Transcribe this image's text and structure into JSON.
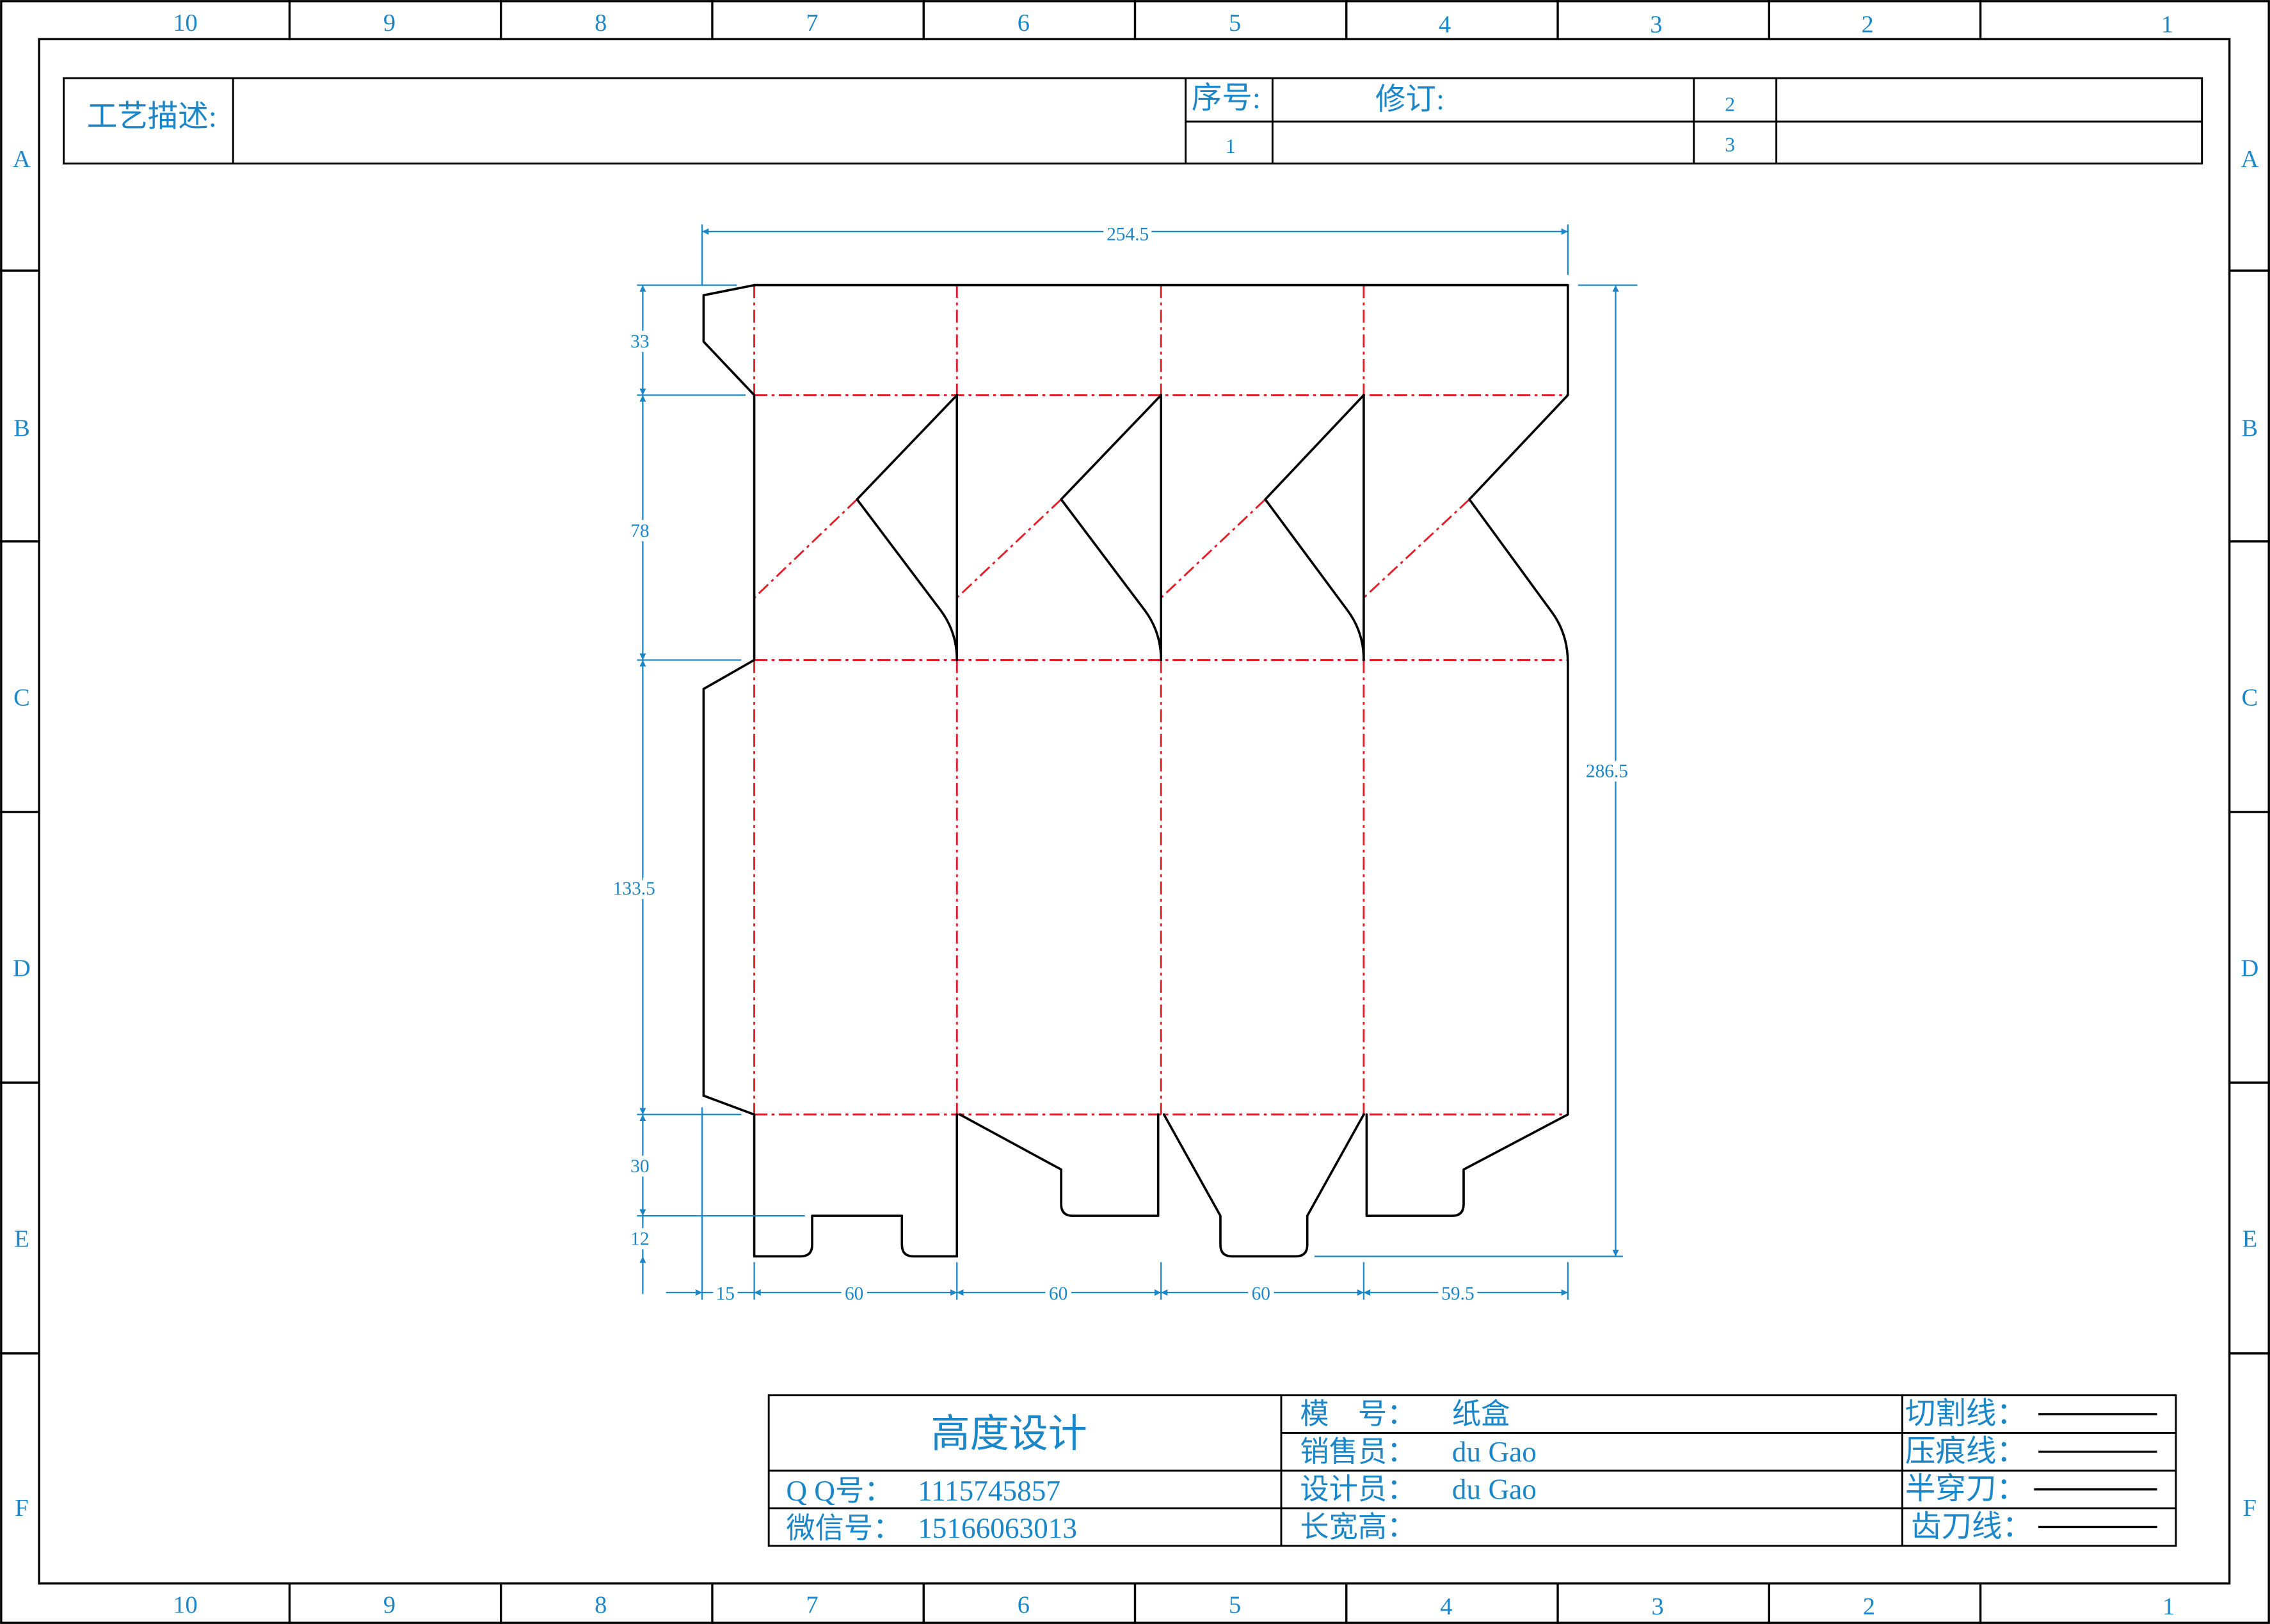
{
  "colors": {
    "text": "#1b86c8",
    "dimension": "#1b86c8",
    "cut_line": "#000000",
    "crease_line": "#e3202a",
    "frame": "#000000"
  },
  "frame": {
    "columns": [
      "10",
      "9",
      "8",
      "7",
      "6",
      "5",
      "4",
      "3",
      "2",
      "1"
    ],
    "rows": [
      "A",
      "B",
      "C",
      "D",
      "E",
      "F"
    ]
  },
  "header": {
    "process_description_label": "工艺描述:",
    "sequence_label": "序号:",
    "revision_label": "修订:",
    "sequence_numbers": [
      "1",
      "2",
      "3"
    ]
  },
  "dieline": {
    "dimensions": {
      "overall_width": "254.5",
      "overall_height": "286.5",
      "top_flap": "33",
      "top_closure": "78",
      "body_height": "133.5",
      "bottom_flap": "30",
      "bottom_tab": "12",
      "glue_flap": "15",
      "panel_widths": [
        "60",
        "60",
        "60",
        "59.5"
      ]
    }
  },
  "title_block": {
    "company": "高度设计",
    "qq_label": "Q Q号：",
    "qq_number": "1115745857",
    "wechat_label": "微信号：",
    "wechat_number": "15166063013",
    "fields": [
      {
        "label": "模　号：",
        "value": "纸盒"
      },
      {
        "label": "销售员：",
        "value": "du Gao"
      },
      {
        "label": "设计员：",
        "value": "du Gao"
      },
      {
        "label": "长宽高："
      }
    ],
    "line_legend": [
      "切割线：",
      "压痕线：",
      "半穿刀：",
      "齿刀线："
    ]
  }
}
